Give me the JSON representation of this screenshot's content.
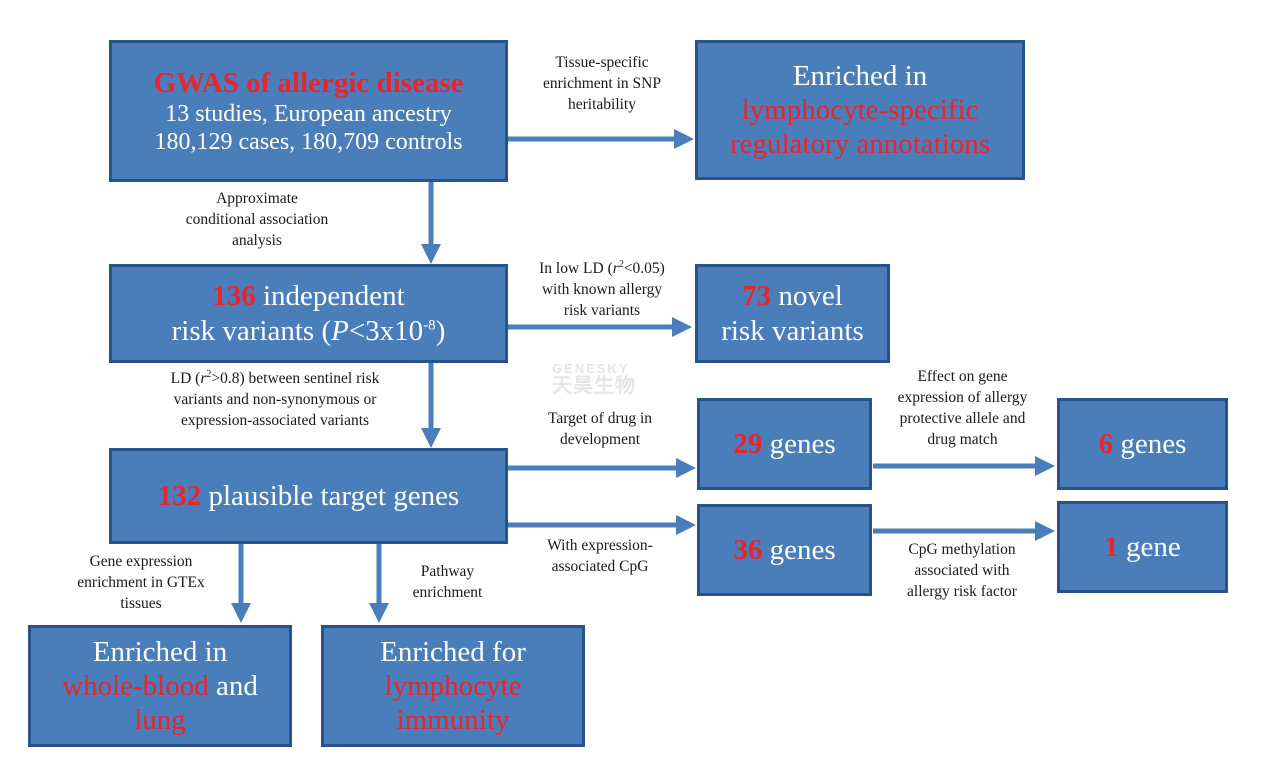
{
  "gwas": {
    "title": "GWAS of allergic disease",
    "line2": "13 studies, European ancestry",
    "line3": "180,129  cases, 180,709 controls"
  },
  "label_tissue": [
    "Tissue-specific",
    "enrichment in SNP",
    "heritability"
  ],
  "enriched_lymph": {
    "line1": "Enriched in",
    "line2": "lymphocyte-specific",
    "line3": "regulatory annotations"
  },
  "label_approx": [
    "Approximate",
    "conditional association",
    "analysis"
  ],
  "independent": {
    "count": "136",
    "text1": " independent",
    "text2": "risk variants  (",
    "p_symbol": "P",
    "text3": "<3x10",
    "exponent": "-8",
    "text4": ")"
  },
  "label_lowld": {
    "line1_a": "In low LD (",
    "r": "r",
    "sup": "2",
    "line1_b": "<0.05)",
    "line2": "with known allergy",
    "line3": "risk variants"
  },
  "novel": {
    "count": "73",
    "text1": " novel",
    "text2": "risk variants"
  },
  "label_ld": {
    "line1_a": "LD (",
    "r": "r",
    "sup": "2",
    "line1_b": ">0.8)   between sentinel risk",
    "line2": "variants and non-synonymous or",
    "line3": "expression-associated variants"
  },
  "plausible": {
    "count": "132",
    "text": "  plausible target genes"
  },
  "label_drug": [
    "Target of drug in",
    "development"
  ],
  "genes29": {
    "count": "29",
    "text": "  genes"
  },
  "label_effect": [
    "Effect on gene",
    "expression of allergy",
    "protective allele and",
    "drug match"
  ],
  "genes6": {
    "count": "6",
    "text": "  genes"
  },
  "label_withexpr": [
    "With expression-",
    "associated CpG"
  ],
  "genes36": {
    "count": "36",
    "text": "  genes"
  },
  "label_cpg": [
    "CpG methylation",
    "associated with",
    "allergy risk factor"
  ],
  "gene1": {
    "count": "1",
    "text": "  gene"
  },
  "label_gtex": [
    "Gene expression",
    "enrichment in GTEx",
    "tissues"
  ],
  "label_pathway": [
    "Pathway",
    "enrichment"
  ],
  "whole_blood": {
    "line1": "Enriched in",
    "red1": "whole-blood",
    "white2": " and",
    "red2": "lung"
  },
  "lymph_immunity": {
    "line1": "Enriched for",
    "line2": "lymphocyte",
    "line3": "immunity"
  },
  "watermark": {
    "latin": "GENESKY",
    "cjk": "天昊生物"
  },
  "colors": {
    "box_fill": "#4a7ebb",
    "box_border": "#27538a",
    "highlight": "#e8242c",
    "arrow": "#4a7ebb"
  }
}
